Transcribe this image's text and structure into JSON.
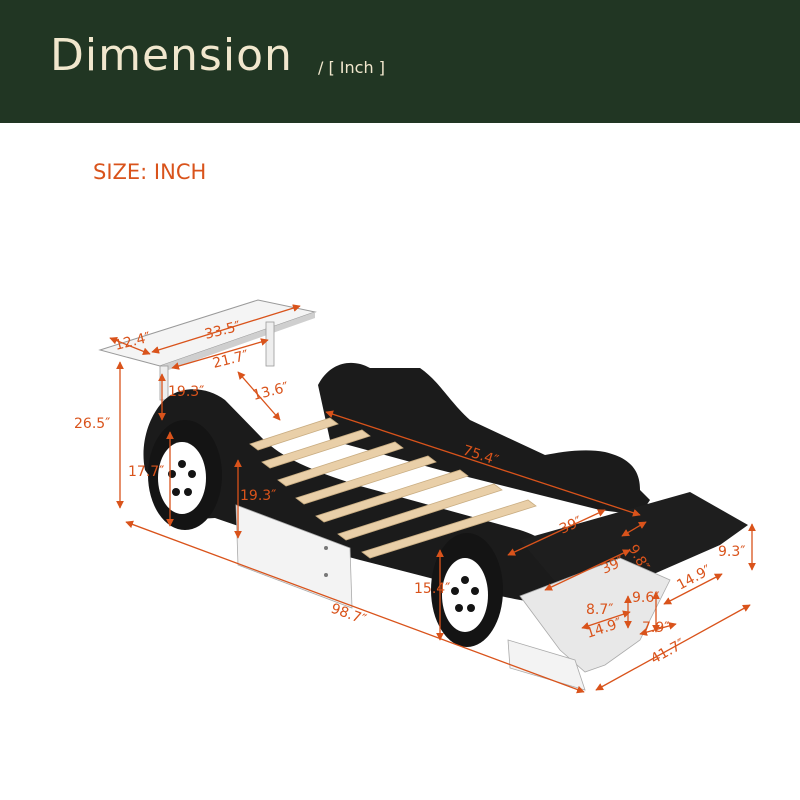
{
  "header": {
    "title": "Dimension",
    "subtitle": "/ [ Inch ]"
  },
  "size_label": "SIZE: INCH",
  "colors": {
    "header_bg": "#213623",
    "header_text": "#f1e7cd",
    "accent": "#d9531b",
    "bed_body": "#1b1b1b",
    "slat": "#e9cfa8"
  },
  "dimensions": {
    "spoiler_width": "33.5″",
    "spoiler_depth": "12.4″",
    "spoiler_inner": "21.7″",
    "spoiler_post": "19.3″",
    "total_height": "26.5″",
    "head_side": "13.6″",
    "rear_wheel": "17.7″",
    "side_height": "19.3″",
    "mattress_length": "75.4″",
    "mattress_width": "39″",
    "nose_width": "39″",
    "nose_top": "9.8″",
    "front_wheel": "15.4″",
    "total_length": "98.7″",
    "total_width": "41.7″",
    "wing_height": "9.3″",
    "wing_depth": "14.9″",
    "wing_mid": "9.6″",
    "wing_low": "8.7″",
    "wing_gap": "7.9″",
    "wing_side": "14.9″"
  }
}
